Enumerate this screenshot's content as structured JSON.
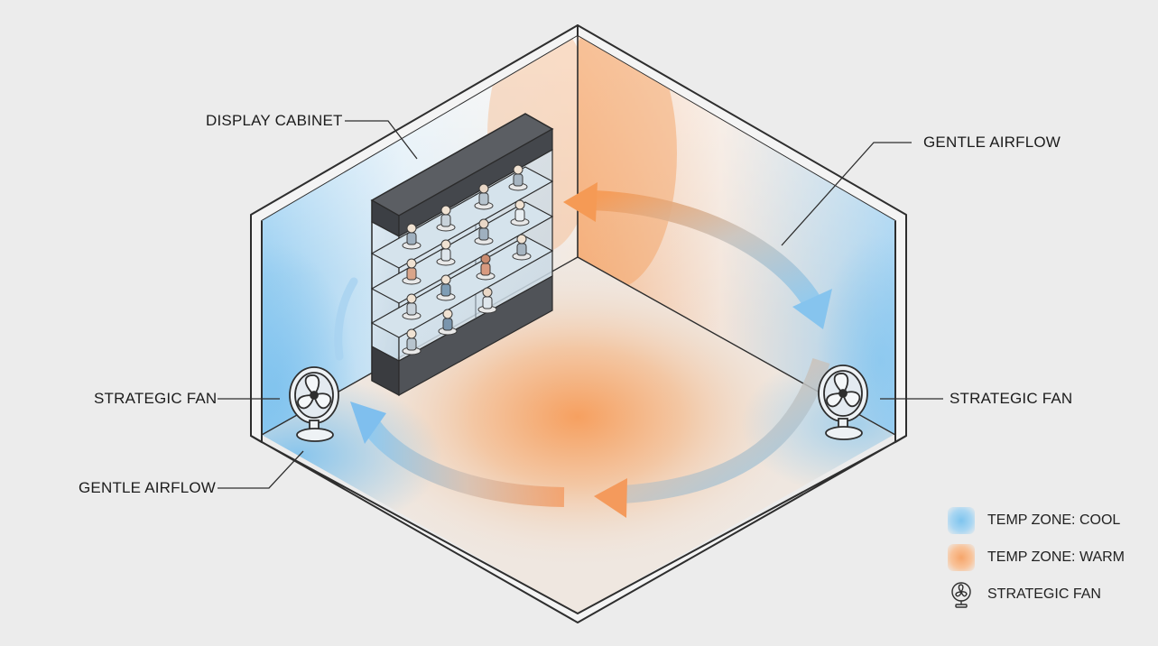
{
  "callouts": {
    "display_cabinet": "DISPLAY CABINET",
    "gentle_airflow_top": "GENTLE AIRFLOW",
    "strategic_fan_left": "STRATEGIC FAN",
    "strategic_fan_right": "STRATEGIC FAN",
    "gentle_airflow_bottom": "GENTLE AIRFLOW"
  },
  "legend": {
    "items": [
      {
        "label": "TEMP ZONE: COOL",
        "icon": "cool-swatch",
        "color": "#7ec4ee"
      },
      {
        "label": "TEMP ZONE: WARM",
        "icon": "warm-swatch",
        "color": "#f6a56a"
      },
      {
        "label": "STRATEGIC FAN",
        "icon": "fan-icon"
      }
    ]
  },
  "colors": {
    "cool": "#7ec4ee",
    "warm": "#f6a56a",
    "outline": "#2e2e2e",
    "background": "#ececec"
  }
}
